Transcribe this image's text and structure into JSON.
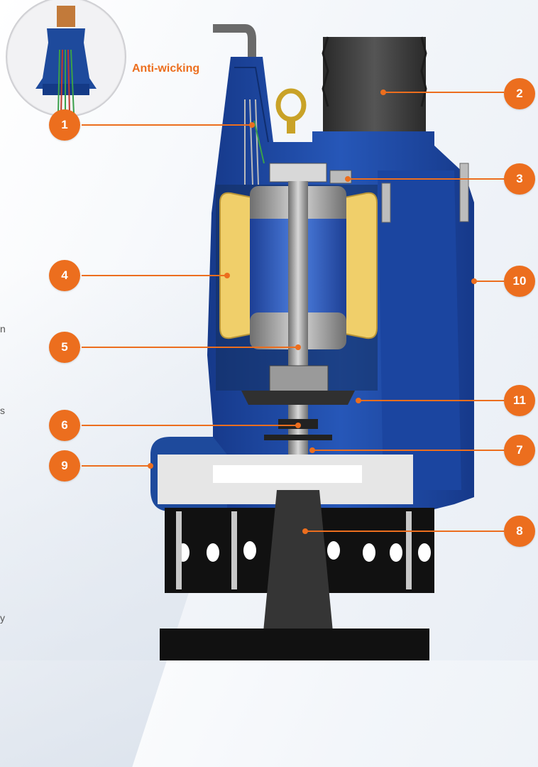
{
  "inset": {
    "label": "Anti-wicking"
  },
  "callouts": [
    "1",
    "2",
    "3",
    "4",
    "5",
    "6",
    "7",
    "8",
    "9",
    "10",
    "11"
  ],
  "left_text_fragments": [
    "n",
    "s",
    "y"
  ],
  "colors": {
    "accent": "#ec6e1e",
    "housing": "#1e4a9c",
    "housing_dark": "#0f2d6e",
    "winding": "#f0cf6a",
    "rotor": "#2f5fc4",
    "impeller": "#2a2a2a"
  }
}
